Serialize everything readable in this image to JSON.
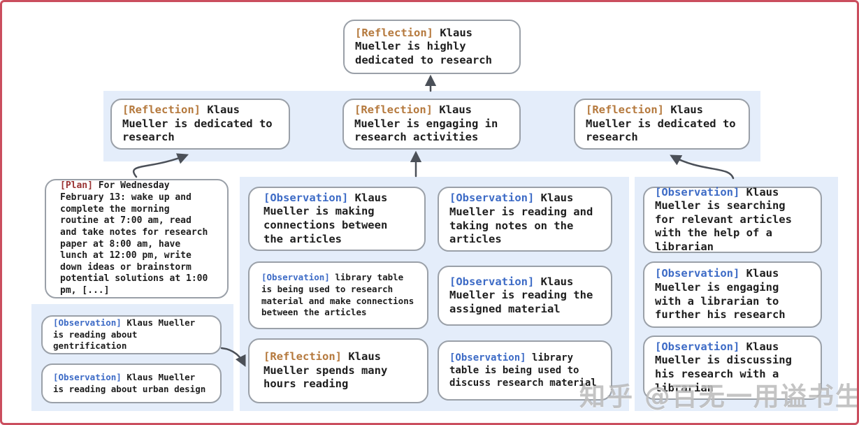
{
  "colors": {
    "frame_border": "#ca4e5e",
    "band_bg": "#e4edfa",
    "box_border": "#9aa0a8",
    "body_text": "#1d1d1d",
    "reflection_tag": "#b5793d",
    "observation_tag": "#3d6bc6",
    "plan_tag": "#993333",
    "arrow": "#4b5058"
  },
  "nodes": {
    "root": {
      "tag": "[Reflection]",
      "text": "Klaus Mueller is highly dedicated to research"
    },
    "l2_left": {
      "tag": "[Reflection]",
      "text": "Klaus Mueller is dedicated to research"
    },
    "l2_mid": {
      "tag": "[Reflection]",
      "text": "Klaus Mueller is engaging in research activities"
    },
    "l2_right": {
      "tag": "[Reflection]",
      "text": "Klaus Mueller is dedicated to research"
    },
    "plan": {
      "tag": "[Plan]",
      "text": "For Wednesday February 13: wake up and complete the morning routine at 7:00 am, read and take notes for research paper at 8:00 am, have lunch at 12:00 pm, write down ideas or brainstorm potential solutions at 1:00 pm, [...]"
    },
    "obs_gentrification": {
      "tag": "[Observation]",
      "text": "Klaus Mueller is reading about gentrification"
    },
    "obs_urban_design": {
      "tag": "[Observation]",
      "text": "Klaus Mueller is reading about urban design"
    },
    "obs_connections": {
      "tag": "[Observation]",
      "text": "Klaus Mueller is making connections between the articles"
    },
    "obs_library_research": {
      "tag": "[Observation]",
      "text": "library table is being used to research material and make connections between the articles"
    },
    "refl_hours_reading": {
      "tag": "[Reflection]",
      "text": "Klaus Mueller spends many hours reading"
    },
    "obs_taking_notes": {
      "tag": "[Observation]",
      "text": "Klaus Mueller is reading and taking notes on the articles"
    },
    "obs_assigned_material": {
      "tag": "[Observation]",
      "text": "Klaus Mueller is reading the assigned material"
    },
    "obs_library_discuss": {
      "tag": "[Observation]",
      "text": "library table is being used to discuss research material"
    },
    "obs_searching_articles": {
      "tag": "[Observation]",
      "text": "Klaus Mueller is searching for relevant articles with the help of a librarian"
    },
    "obs_engaging_librarian": {
      "tag": "[Observation]",
      "text": "Klaus Mueller is engaging with a librarian to further his research"
    },
    "obs_discussing_librarian": {
      "tag": "[Observation]",
      "text": "Klaus Mueller is discussing his research with a librarian"
    }
  },
  "watermark": {
    "text": "知乎 @百无一用谥书生"
  }
}
